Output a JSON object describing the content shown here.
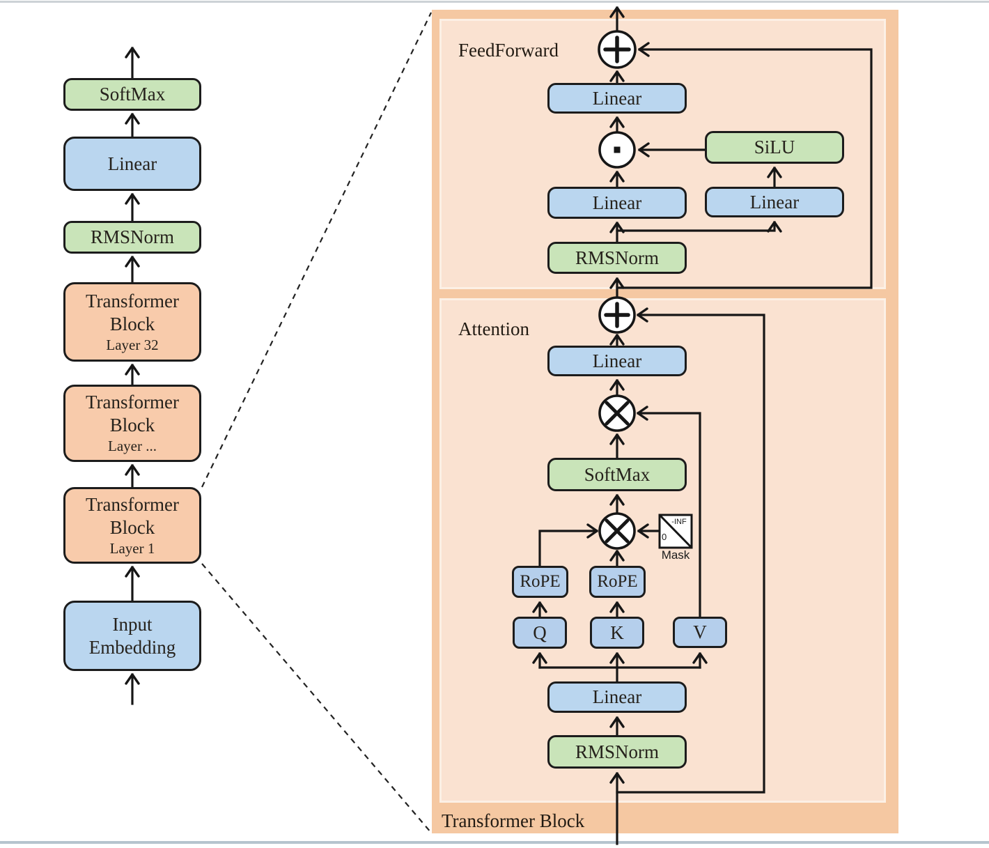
{
  "left_stack": {
    "blocks": [
      {
        "label": "SoftMax",
        "type": "green"
      },
      {
        "label": "Linear",
        "type": "blue"
      },
      {
        "label": "RMSNorm",
        "type": "green"
      },
      {
        "label": "Transformer Block",
        "sublabel": "Layer 32",
        "type": "orange"
      },
      {
        "label": "Transformer Block",
        "sublabel": "Layer ...",
        "type": "orange"
      },
      {
        "label": "Transformer Block",
        "sublabel": "Layer 1",
        "type": "orange"
      },
      {
        "label": "Input Embedding",
        "type": "blue"
      }
    ]
  },
  "detail": {
    "container_label": "Transformer Block",
    "feedforward": {
      "title": "FeedForward",
      "linear_out": "Linear",
      "silu": "SiLU",
      "gate_linear": "Linear",
      "up_linear": "Linear",
      "rmsnorm": "RMSNorm"
    },
    "attention": {
      "title": "Attention",
      "output_linear": "Linear",
      "softmax": "SoftMax",
      "mask_label": "Mask",
      "mask_neg_inf": "-INF",
      "mask_zero": "0",
      "rope_q": "RoPE",
      "rope_k": "RoPE",
      "q": "Q",
      "k": "K",
      "v": "V",
      "qkv_linear": "Linear",
      "rmsnorm": "RMSNorm"
    }
  },
  "icons": {
    "add_icon": "⊕",
    "multiply_icon": "⊗",
    "dot_product_icon": "⊙",
    "mask_icon": "diagonal-split-square"
  },
  "colors": {
    "blue_block": "#bad6ef",
    "qkv_blue_block": "#b5cfec",
    "green_block": "#c9e4b9",
    "orange_block": "#f8cbab",
    "container_orange": "#f5c8a2",
    "panel_peach": "#fae2d1",
    "wire_black": "#161616"
  }
}
